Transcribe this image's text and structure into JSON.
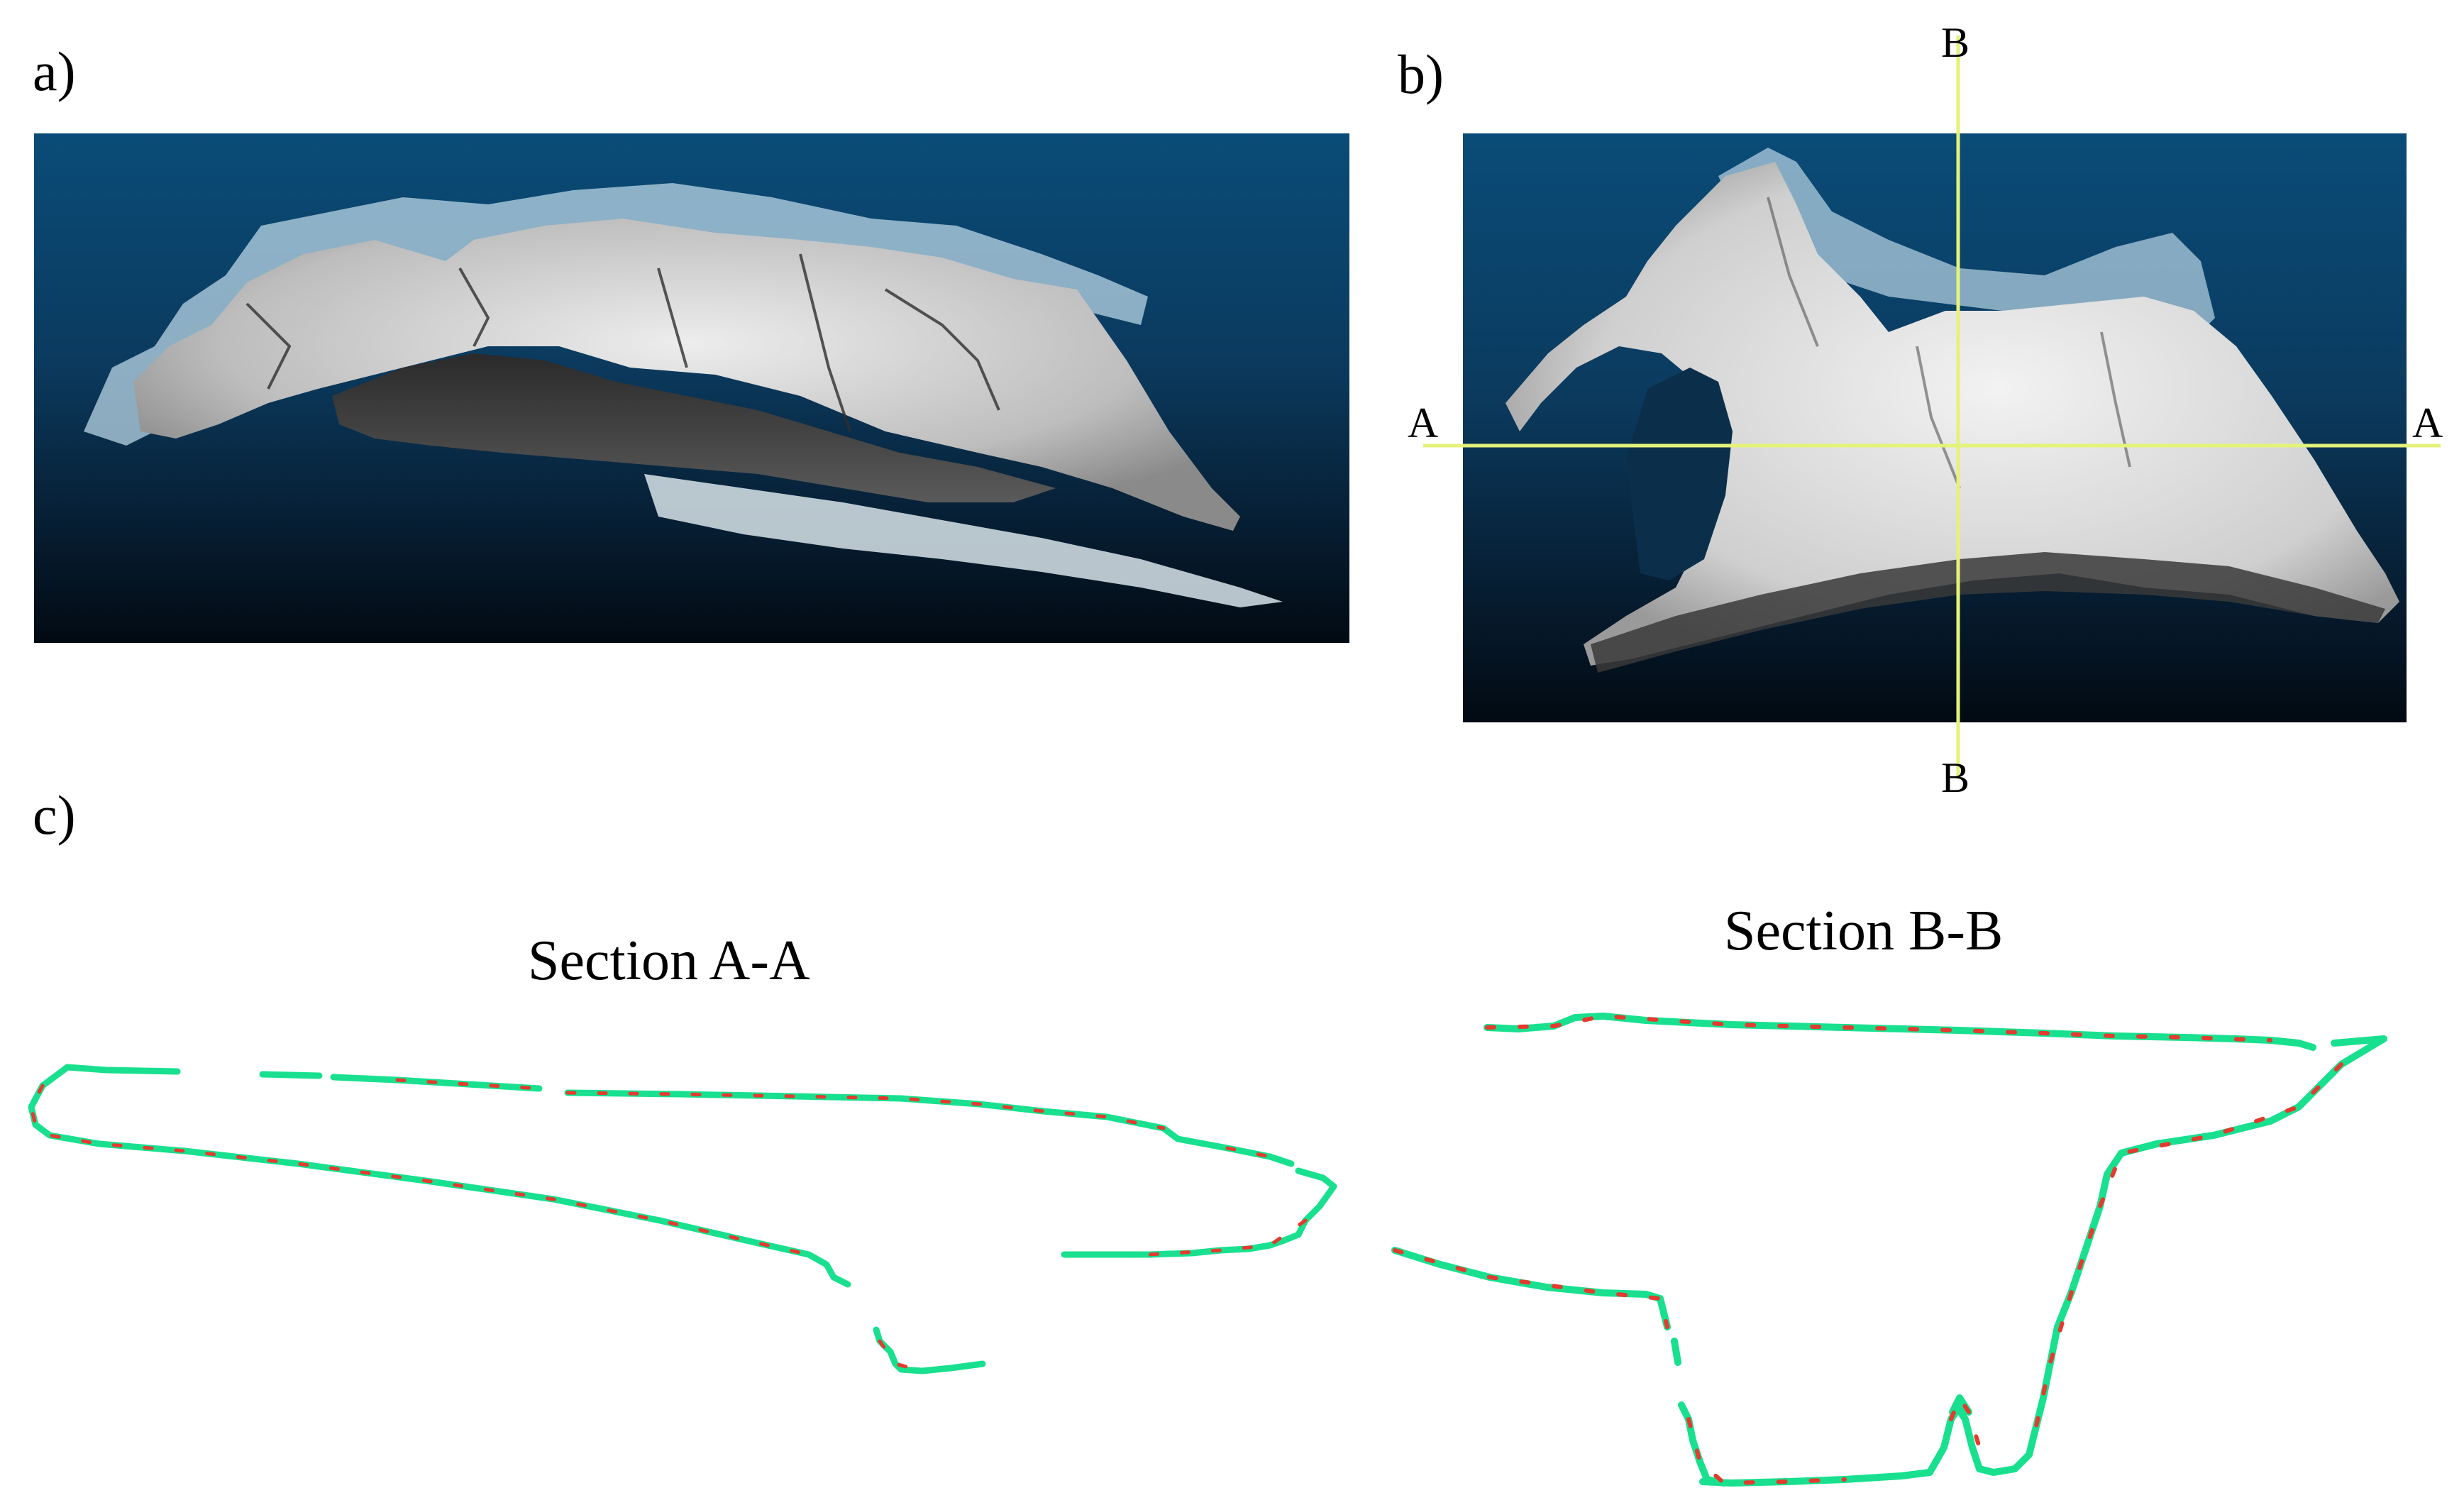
{
  "figure": {
    "panel_a": {
      "label": "a)"
    },
    "panel_b": {
      "label": "b)",
      "section_lines": {
        "horizontal": {
          "left_label": "A",
          "right_label": "A"
        },
        "vertical": {
          "top_label": "B",
          "bottom_label": "B"
        },
        "line_color": "#e4f27a"
      }
    },
    "panel_c": {
      "label": "c)",
      "sections": [
        {
          "title": "Section A-A"
        },
        {
          "title": "Section B-B"
        }
      ],
      "profile_colors": {
        "primary": "#18e08f",
        "secondary": "#e53a2e"
      }
    },
    "scan_background": {
      "top": "#0a4c78",
      "bottom": "#020a12"
    },
    "scan_surface_color": "#d6d6d6"
  }
}
